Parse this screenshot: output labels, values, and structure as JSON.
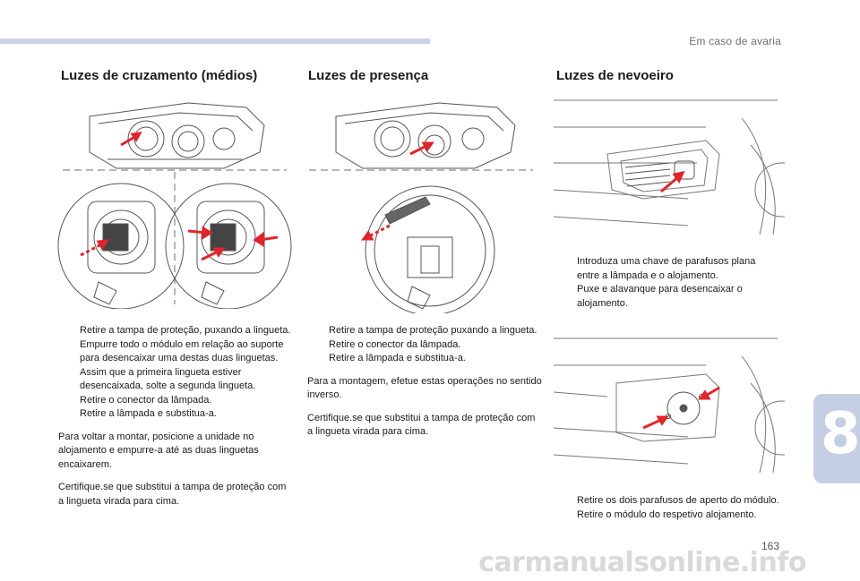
{
  "header": {
    "title": "Em caso de avaria"
  },
  "chapter": {
    "number": "8"
  },
  "page_number": "163",
  "watermark": "carmanualsonline.info",
  "columns": {
    "low_beam": {
      "title": "Luzes de cruzamento (médios)",
      "steps": [
        "Retire a tampa de proteção, puxando a lingueta.",
        "Empurre todo o módulo em relação ao suporte para desencaixar uma destas duas linguetas.",
        "Assim que a primeira lingueta estiver desencaixada, solte a segunda lingueta.",
        "Retire o conector da lâmpada.",
        "Retire a lâmpada e substitua-a."
      ],
      "paragraphs": [
        "Para voltar a montar, posicione a unidade no alojamento e empurre-a até as duas linguetas encaixarem.",
        "Certifique.se que substitui a tampa de proteção com a lingueta virada para cima."
      ]
    },
    "position": {
      "title": "Luzes de presença",
      "steps": [
        "Retire a tampa de proteção puxando a lingueta.",
        "Retire o conector da lâmpada.",
        "Retire a lâmpada e substitua-a."
      ],
      "paragraphs": [
        "Para a montagem, efetue estas operações no sentido inverso.",
        "Certifique.se que substitui a tampa de proteção com a lingueta virada para cima."
      ]
    },
    "fog": {
      "title": "Luzes de nevoeiro",
      "steps_1": [
        "Introduza uma chave de parafusos plana entre a lâmpada e o alojamento.",
        "Puxe e alavanque para desencaixar o alojamento."
      ],
      "steps_2": [
        "Retire os dois parafusos de aperto do módulo.",
        "Retire o módulo do respetivo alojamento."
      ]
    }
  },
  "bullet_glyph": "",
  "colors": {
    "accent": "#c4cfe4",
    "arrow": "#e0252b"
  }
}
